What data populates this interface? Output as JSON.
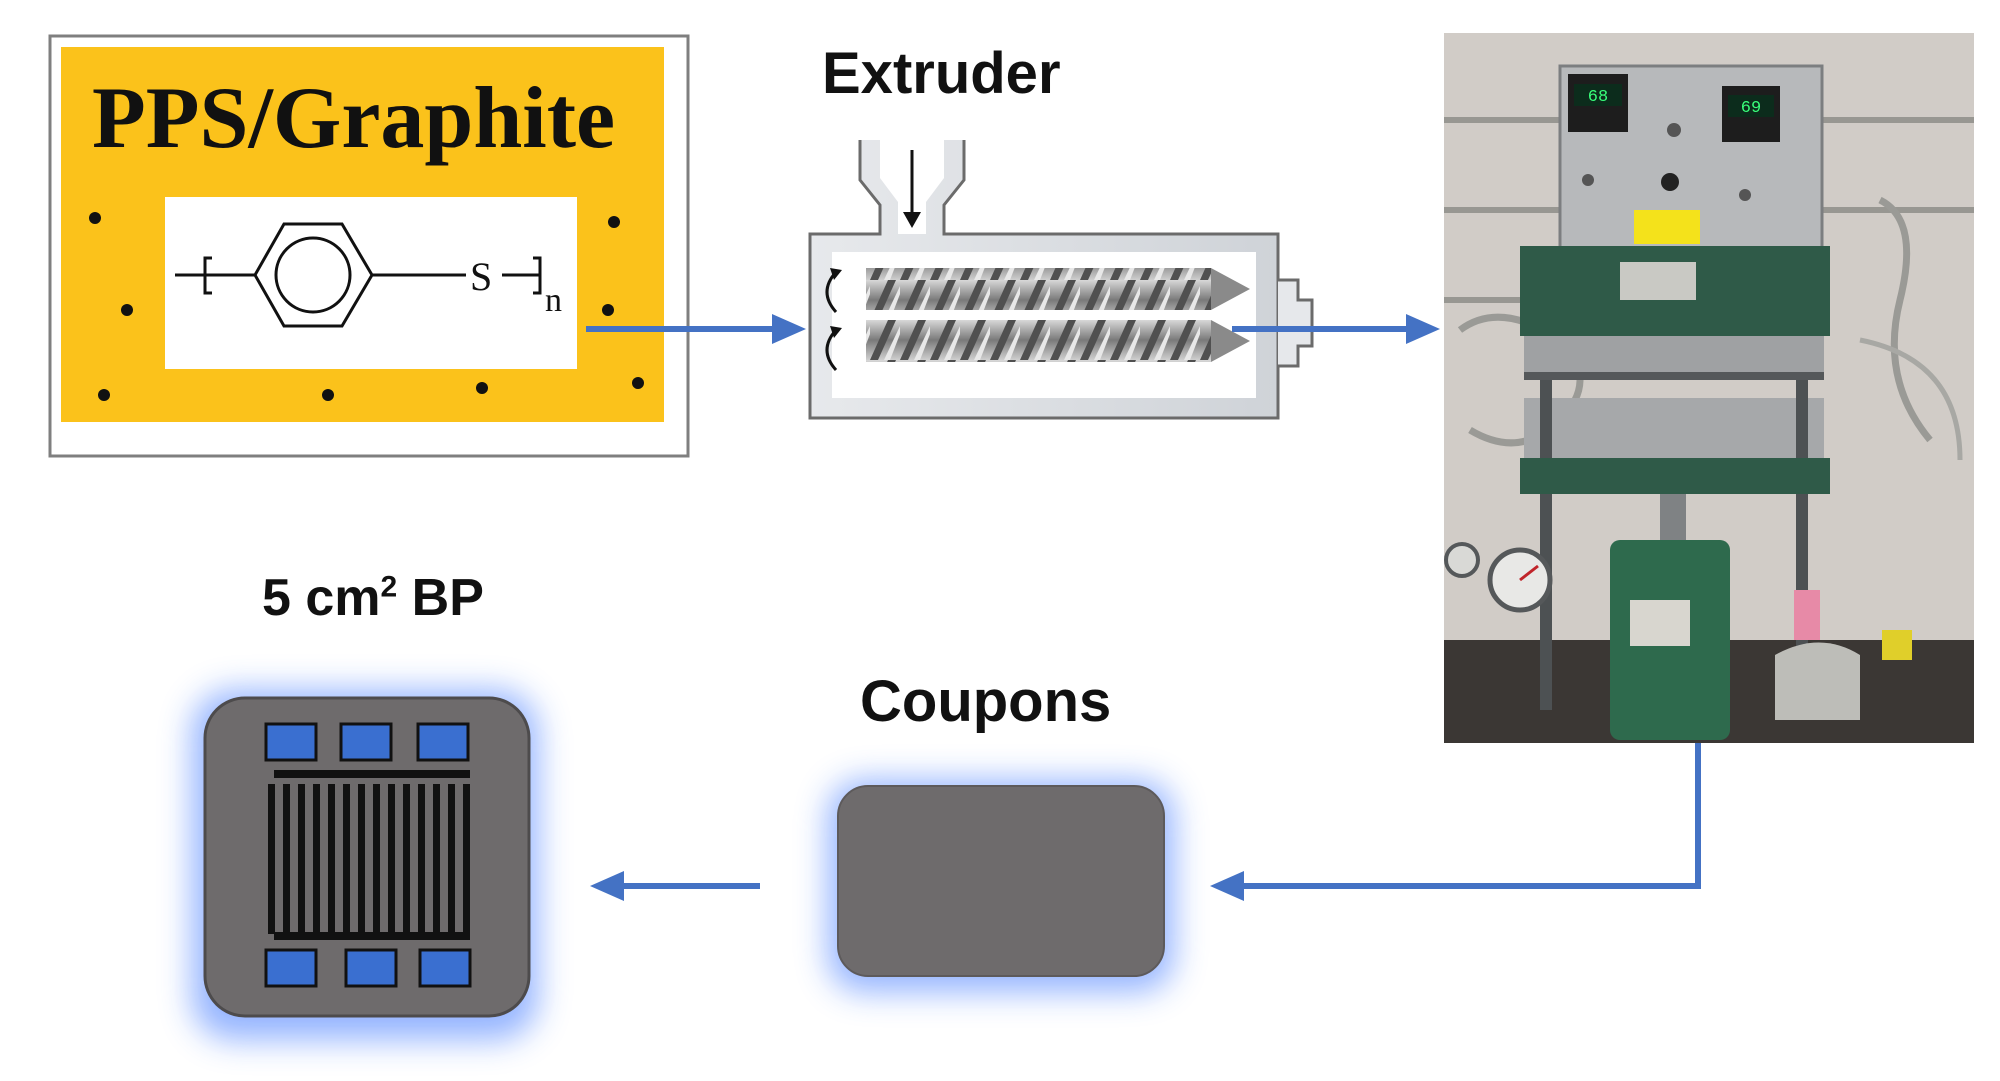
{
  "material": {
    "title": "PPS/Graphite",
    "structure": {
      "sulfur": "S",
      "repeat": "n"
    }
  },
  "extruder": {
    "label": "Extruder"
  },
  "press": {
    "display_left": "68",
    "display_right": "69"
  },
  "coupons": {
    "label": "Coupons"
  },
  "bipolar_plate": {
    "label_prefix": "5 cm",
    "label_sup": "2",
    "label_suffix": " BP"
  },
  "colors": {
    "arrow": "#4472c4",
    "material_bg": "#fbc21b",
    "coupon_fill": "#6e6b6c",
    "glow": "#8fb0ff",
    "port": "#3a6fd0"
  }
}
